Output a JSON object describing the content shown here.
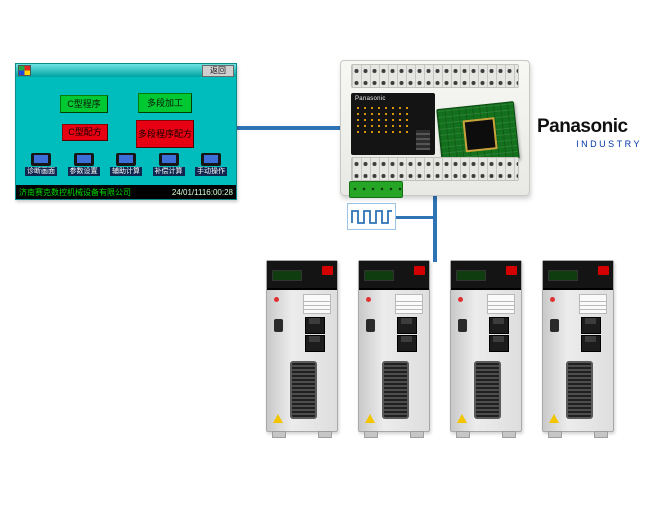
{
  "colors": {
    "connector_blue": "#2e74b5",
    "hmi_background": "#00bdbd",
    "button_green": "#00c832",
    "button_red": "#e60012",
    "company_text_green": "#00dd00",
    "industry_blue": "#0039a6"
  },
  "hmi": {
    "window_back_label": "返回",
    "buttons": {
      "c_program": "C型程序",
      "multi_machining": "多段加工",
      "c_recipe": "C型配方",
      "multi_recipe": "多段程序配方"
    },
    "toolbar": [
      {
        "label": "诊断画面"
      },
      {
        "label": "参数设置"
      },
      {
        "label": "辅助计算"
      },
      {
        "label": "补偿计算"
      },
      {
        "label": "手动操作"
      }
    ],
    "status": {
      "company": "济南赛克数控机械设备有限公司",
      "datetime": "24/01/1116:00:28"
    }
  },
  "plc": {
    "brand": "Panasonic"
  },
  "brand_logo": {
    "name": "Panasonic",
    "division": "INDUSTRY"
  },
  "diagram": {
    "servo_drive_count": 4
  }
}
